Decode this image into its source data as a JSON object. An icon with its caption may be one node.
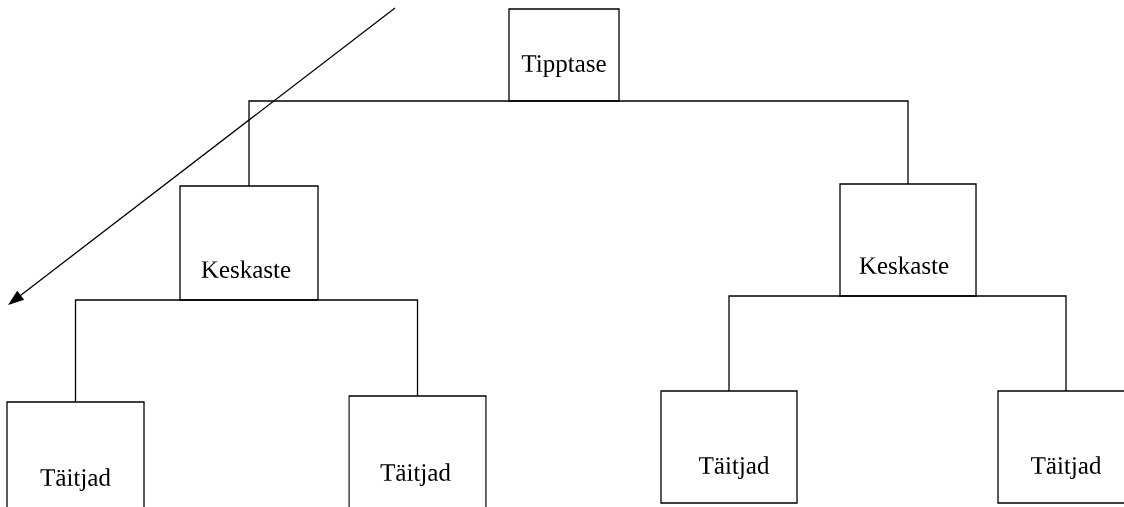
{
  "diagram": {
    "nodes": [
      {
        "text": [
          "Tipptase"
        ]
      },
      {
        "text": [
          "Keskaste"
        ]
      },
      {
        "text": [
          "Keskaste"
        ]
      },
      {
        "text": [
          "Täitjad"
        ]
      },
      {
        "text": [
          "Täitjad"
        ]
      },
      {
        "text": [
          "Täitjad"
        ]
      },
      {
        "text": [
          "Täitjad"
        ]
      }
    ],
    "edges": [
      {
        "from": 0,
        "to": 1,
        "arrow": "none"
      },
      {
        "from": 0,
        "to": 2,
        "arrow": "none"
      },
      {
        "from": 1,
        "to": 3,
        "arrow": "none"
      },
      {
        "from": 1,
        "to": 4,
        "arrow": "none"
      },
      {
        "from": 2,
        "to": 5,
        "arrow": "none"
      },
      {
        "from": 2,
        "to": 6,
        "arrow": "none"
      }
    ]
  }
}
